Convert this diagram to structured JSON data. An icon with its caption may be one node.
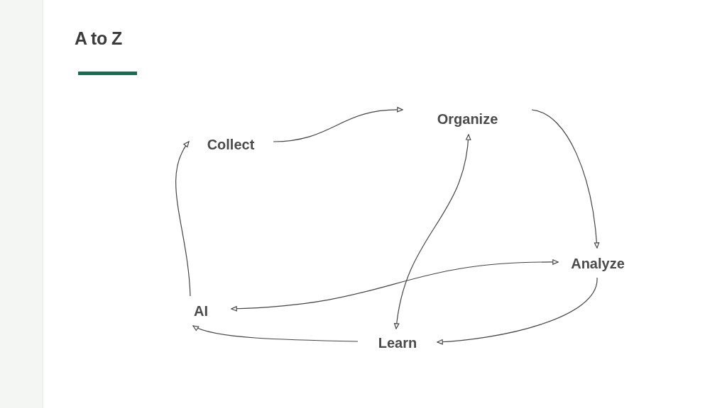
{
  "diagram": {
    "title": "A to Z",
    "nodes": [
      {
        "text": [
          "Collect"
        ]
      },
      {
        "text": [
          "Organize"
        ]
      },
      {
        "text": [
          "Analyze"
        ]
      },
      {
        "text": [
          "Learn"
        ]
      },
      {
        "text": [
          "AI"
        ]
      }
    ],
    "edges": [
      {
        "from": 0,
        "to": 1,
        "arrow": "to"
      },
      {
        "from": 1,
        "to": 2,
        "arrow": "to"
      },
      {
        "from": 2,
        "to": 3,
        "arrow": "to"
      },
      {
        "from": 3,
        "to": 4,
        "arrow": "to"
      },
      {
        "from": 4,
        "to": 0,
        "arrow": "to"
      },
      {
        "from": 4,
        "to": 2,
        "arrow": "both"
      },
      {
        "from": 1,
        "to": 3,
        "arrow": "both"
      }
    ]
  }
}
